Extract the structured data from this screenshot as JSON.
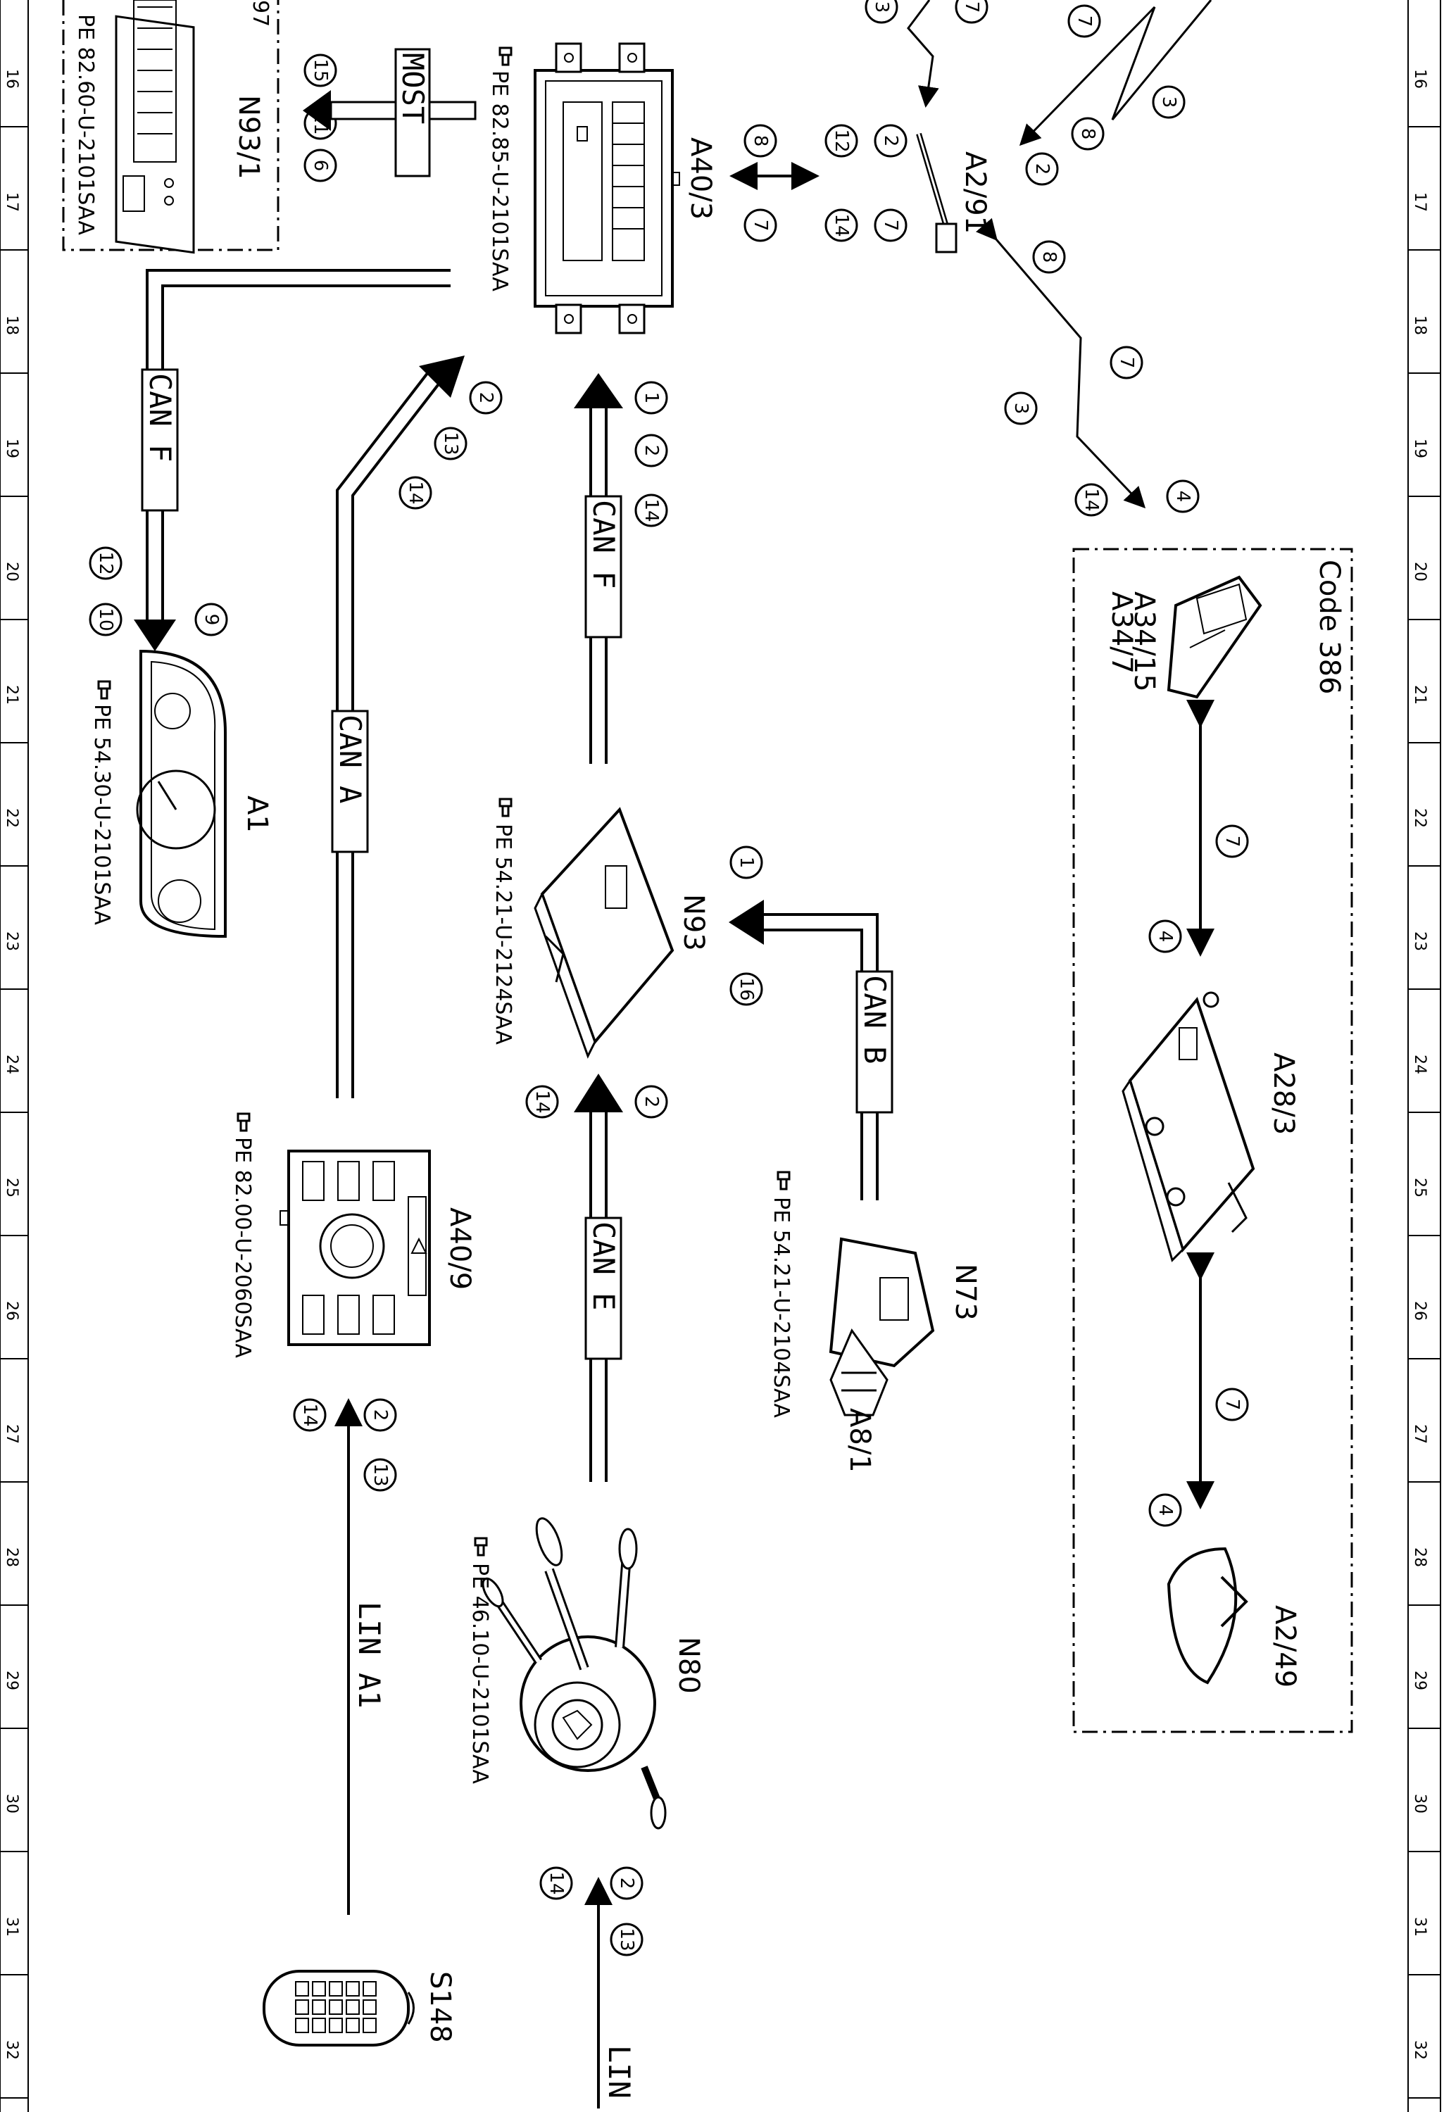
{
  "ruler_marks": [
    "16",
    "17",
    "18",
    "19",
    "20",
    "21",
    "22",
    "23",
    "24",
    "25",
    "26",
    "27",
    "28",
    "29",
    "30",
    "31",
    "32"
  ],
  "components": {
    "n93_1": {
      "code": "N93/1",
      "ref": "PE 82.60-U-2101SAA",
      "top_cut": "97"
    },
    "a40_3": {
      "code": "A40/3",
      "ref": "PE 82.85-U-2101SAA"
    },
    "a2_91": {
      "code": "A2/91"
    },
    "a1": {
      "code": "A1",
      "ref": "PE 54.30-U-2101SAA"
    },
    "n93": {
      "code": "N93",
      "ref": "PE 54.21-U-2124SAA"
    },
    "a40_9": {
      "code": "A40/9",
      "ref": "PE 82.00-U-2060SAA"
    },
    "n73": {
      "code": "N73",
      "ref": "PE 54.21-U-2104SAA"
    },
    "a8_1": {
      "code": "A8/1"
    },
    "n80": {
      "code": "N80",
      "ref": "PE 46.10-U-2101SAA"
    },
    "s148": {
      "code": "S148"
    },
    "a34": {
      "code1": "A34/15",
      "code2": "A34/7"
    },
    "a28_3": {
      "code": "A28/3"
    },
    "a2_49": {
      "code": "A2/49"
    },
    "code_box": {
      "label": "Code 386"
    }
  },
  "buses": {
    "most": "MOST",
    "can_f_a1": "CAN F",
    "can_f_n93": "CAN F",
    "can_a": "CAN A",
    "can_b": "CAN B",
    "can_e": "CAN E",
    "lin_a1": "LIN A1",
    "lin": "LIN"
  },
  "signals": {
    "n93_1": [
      "15",
      "11",
      "6"
    ],
    "top_cut": [
      "3",
      "7"
    ],
    "a40_3_a2_91": [
      "8",
      "12",
      "2",
      "7",
      "14",
      "7"
    ],
    "a2_91_upper": [
      "7",
      "3",
      "8",
      "2"
    ],
    "a2_91_lower": [
      "8",
      "7",
      "3",
      "14",
      "4"
    ],
    "a1": [
      "12",
      "10",
      "9"
    ],
    "can_a": [
      "2",
      "13",
      "14"
    ],
    "can_f_n93": [
      "1",
      "2",
      "14"
    ],
    "n93_can_b": [
      "1",
      "16"
    ],
    "can_e": [
      "14",
      "2"
    ],
    "a40_9_lin": [
      "14",
      "2",
      "13"
    ],
    "n80_lin": [
      "14",
      "2",
      "13"
    ],
    "code_a34": [
      "7",
      "4"
    ],
    "code_a28": [
      "7",
      "4"
    ]
  }
}
